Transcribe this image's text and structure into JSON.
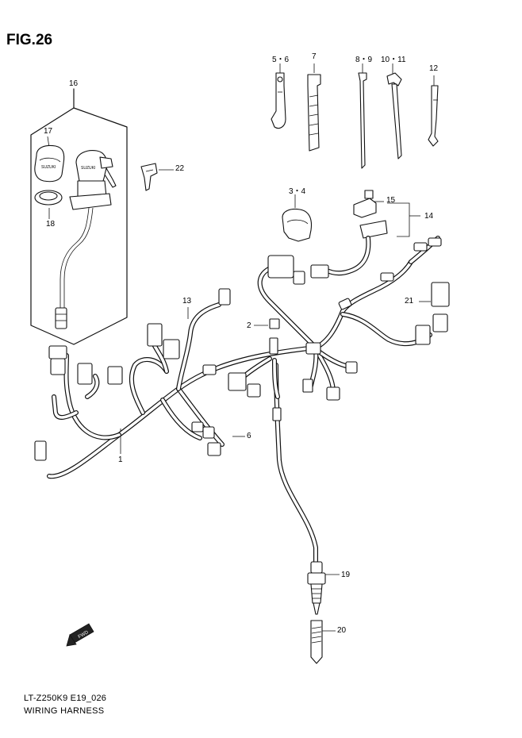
{
  "figure": {
    "title": "FIG.26"
  },
  "parts": [
    {
      "id": "p16",
      "text": "16"
    },
    {
      "id": "p17",
      "text": "17"
    },
    {
      "id": "p18",
      "text": "18"
    },
    {
      "id": "p22",
      "text": "22"
    },
    {
      "id": "p5_6",
      "text": "5・6"
    },
    {
      "id": "p7",
      "text": "7"
    },
    {
      "id": "p8_9",
      "text": "8・9"
    },
    {
      "id": "p10_11",
      "text": "10・11"
    },
    {
      "id": "p12",
      "text": "12"
    },
    {
      "id": "p3_4",
      "text": "3・4"
    },
    {
      "id": "p15",
      "text": "15"
    },
    {
      "id": "p14",
      "text": "14"
    },
    {
      "id": "p13",
      "text": "13"
    },
    {
      "id": "p21",
      "text": "21"
    },
    {
      "id": "p2",
      "text": "2"
    },
    {
      "id": "p6",
      "text": "6"
    },
    {
      "id": "p1",
      "text": "1"
    },
    {
      "id": "p19",
      "text": "19"
    },
    {
      "id": "p20",
      "text": "20"
    }
  ],
  "fwd_badge": "FWD",
  "key_inscription": "SUZUKI",
  "footer": {
    "model_code": "LT-Z250K9 E19_026",
    "title": "WIRING HARNESS"
  }
}
